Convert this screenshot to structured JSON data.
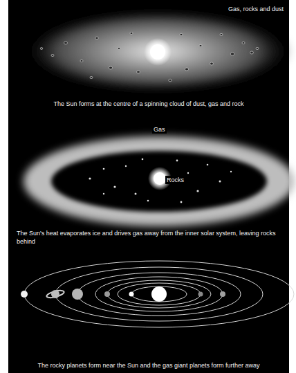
{
  "diagram": {
    "labels": [
      "Gas, rocks and dust",
      "The Sun forms at the centre of a spinning cloud of dust, gas and rock",
      "Gas",
      "Rocks",
      "The Sun's heat evaporates ice and drives gas away from the inner solar system, leaving rocks behind",
      "The rocky planets form near the Sun and the gas giant planets form further away"
    ]
  }
}
